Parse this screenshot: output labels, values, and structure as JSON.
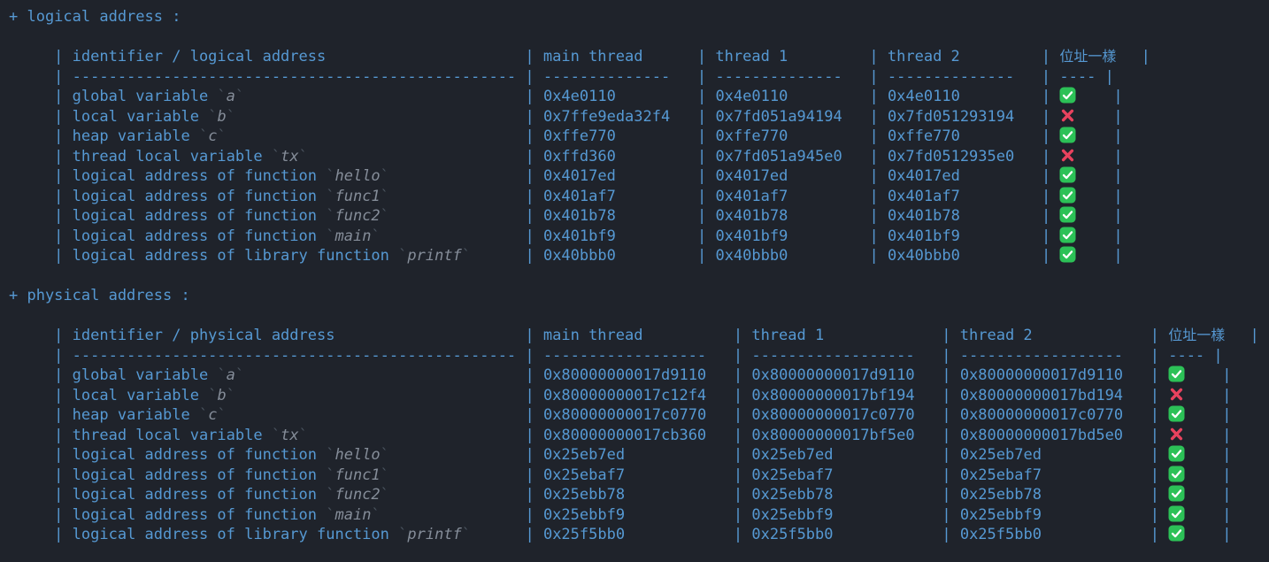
{
  "colors": {
    "background": "#1f232b",
    "text_blue": "#5699d3",
    "muted_gray": "#858d99",
    "backtick_gray": "#4b5560",
    "check_green": "#2cc157",
    "cross_red": "#e8425e"
  },
  "terminal": {
    "sections": [
      {
        "title": "+ logical address :",
        "table": {
          "id_header": "identifier / logical address",
          "col_headers": [
            "main thread",
            "thread 1",
            "thread 2"
          ],
          "match_header": "位址一樣",
          "id_divider": "-------------------------------------------------",
          "col_divider": "--------------",
          "match_divider": "----",
          "rows": [
            {
              "label": "global variable",
              "name": "a",
              "addrs": [
                "0x4e0110",
                "0x4e0110",
                "0x4e0110"
              ],
              "same": true
            },
            {
              "label": "local variable",
              "name": "b",
              "addrs": [
                "0x7ffe9eda32f4",
                "0x7fd051a94194",
                "0x7fd051293194"
              ],
              "same": false
            },
            {
              "label": "heap variable",
              "name": "c",
              "addrs": [
                "0xffe770",
                "0xffe770",
                "0xffe770"
              ],
              "same": true
            },
            {
              "label": "thread local variable",
              "name": "tx",
              "addrs": [
                "0xffd360",
                "0x7fd051a945e0",
                "0x7fd0512935e0"
              ],
              "same": false
            },
            {
              "label": "logical address of function",
              "name": "hello",
              "addrs": [
                "0x4017ed",
                "0x4017ed",
                "0x4017ed"
              ],
              "same": true
            },
            {
              "label": "logical address of function",
              "name": "func1",
              "addrs": [
                "0x401af7",
                "0x401af7",
                "0x401af7"
              ],
              "same": true
            },
            {
              "label": "logical address of function",
              "name": "func2",
              "addrs": [
                "0x401b78",
                "0x401b78",
                "0x401b78"
              ],
              "same": true
            },
            {
              "label": "logical address of function",
              "name": "main",
              "addrs": [
                "0x401bf9",
                "0x401bf9",
                "0x401bf9"
              ],
              "same": true
            },
            {
              "label": "logical address of library function",
              "name": "printf",
              "addrs": [
                "0x40bbb0",
                "0x40bbb0",
                "0x40bbb0"
              ],
              "same": true
            }
          ]
        }
      },
      {
        "title": "+ physical address :",
        "table": {
          "id_header": "identifier / physical address",
          "col_headers": [
            "main thread",
            "thread 1",
            "thread 2"
          ],
          "match_header": "位址一樣",
          "id_divider": "-------------------------------------------------",
          "col_divider": "------------------",
          "match_divider": "----",
          "rows": [
            {
              "label": "global variable",
              "name": "a",
              "addrs": [
                "0x80000000017d9110",
                "0x80000000017d9110",
                "0x80000000017d9110"
              ],
              "same": true
            },
            {
              "label": "local variable",
              "name": "b",
              "addrs": [
                "0x80000000017c12f4",
                "0x80000000017bf194",
                "0x80000000017bd194"
              ],
              "same": false
            },
            {
              "label": "heap variable",
              "name": "c",
              "addrs": [
                "0x80000000017c0770",
                "0x80000000017c0770",
                "0x80000000017c0770"
              ],
              "same": true
            },
            {
              "label": "thread local variable",
              "name": "tx",
              "addrs": [
                "0x80000000017cb360",
                "0x80000000017bf5e0",
                "0x80000000017bd5e0"
              ],
              "same": false
            },
            {
              "label": "logical address of function",
              "name": "hello",
              "addrs": [
                "0x25eb7ed",
                "0x25eb7ed",
                "0x25eb7ed"
              ],
              "same": true
            },
            {
              "label": "logical address of function",
              "name": "func1",
              "addrs": [
                "0x25ebaf7",
                "0x25ebaf7",
                "0x25ebaf7"
              ],
              "same": true
            },
            {
              "label": "logical address of function",
              "name": "func2",
              "addrs": [
                "0x25ebb78",
                "0x25ebb78",
                "0x25ebb78"
              ],
              "same": true
            },
            {
              "label": "logical address of function",
              "name": "main",
              "addrs": [
                "0x25ebbf9",
                "0x25ebbf9",
                "0x25ebbf9"
              ],
              "same": true
            },
            {
              "label": "logical address of library function",
              "name": "printf",
              "addrs": [
                "0x25f5bb0",
                "0x25f5bb0",
                "0x25f5bb0"
              ],
              "same": true
            }
          ]
        }
      }
    ]
  }
}
